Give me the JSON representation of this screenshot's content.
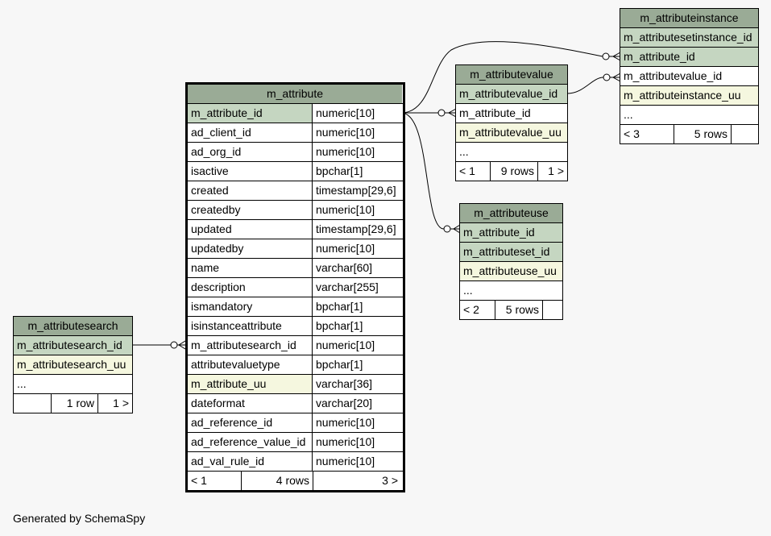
{
  "footer": "Generated by SchemaSpy",
  "tables": {
    "m_attribute": {
      "name": "m_attribute",
      "columns": [
        {
          "name": "m_attribute_id",
          "type": "numeric[10]",
          "kind": "pk"
        },
        {
          "name": "ad_client_id",
          "type": "numeric[10]",
          "kind": "plain"
        },
        {
          "name": "ad_org_id",
          "type": "numeric[10]",
          "kind": "plain"
        },
        {
          "name": "isactive",
          "type": "bpchar[1]",
          "kind": "plain"
        },
        {
          "name": "created",
          "type": "timestamp[29,6]",
          "kind": "plain"
        },
        {
          "name": "createdby",
          "type": "numeric[10]",
          "kind": "plain"
        },
        {
          "name": "updated",
          "type": "timestamp[29,6]",
          "kind": "plain"
        },
        {
          "name": "updatedby",
          "type": "numeric[10]",
          "kind": "plain"
        },
        {
          "name": "name",
          "type": "varchar[60]",
          "kind": "plain"
        },
        {
          "name": "description",
          "type": "varchar[255]",
          "kind": "plain"
        },
        {
          "name": "ismandatory",
          "type": "bpchar[1]",
          "kind": "plain"
        },
        {
          "name": "isinstanceattribute",
          "type": "bpchar[1]",
          "kind": "plain"
        },
        {
          "name": "m_attributesearch_id",
          "type": "numeric[10]",
          "kind": "plain"
        },
        {
          "name": "attributevaluetype",
          "type": "bpchar[1]",
          "kind": "plain"
        },
        {
          "name": "m_attribute_uu",
          "type": "varchar[36]",
          "kind": "uu"
        },
        {
          "name": "dateformat",
          "type": "varchar[20]",
          "kind": "plain"
        },
        {
          "name": "ad_reference_id",
          "type": "numeric[10]",
          "kind": "plain"
        },
        {
          "name": "ad_reference_value_id",
          "type": "numeric[10]",
          "kind": "plain"
        },
        {
          "name": "ad_val_rule_id",
          "type": "numeric[10]",
          "kind": "plain"
        }
      ],
      "stats": {
        "parents": "< 1",
        "rows": "4 rows",
        "children": "3 >"
      }
    },
    "m_attributesearch": {
      "name": "m_attributesearch",
      "columns": [
        {
          "name": "m_attributesearch_id",
          "kind": "pk"
        },
        {
          "name": "m_attributesearch_uu",
          "kind": "uu"
        },
        {
          "name": "...",
          "kind": "plain"
        }
      ],
      "stats": {
        "parents": "",
        "rows": "1 row",
        "children": "1 >"
      }
    },
    "m_attributevalue": {
      "name": "m_attributevalue",
      "columns": [
        {
          "name": "m_attributevalue_id",
          "kind": "pk"
        },
        {
          "name": "m_attribute_id",
          "kind": "plain"
        },
        {
          "name": "m_attributevalue_uu",
          "kind": "uu"
        },
        {
          "name": "...",
          "kind": "plain"
        }
      ],
      "stats": {
        "parents": "< 1",
        "rows": "9 rows",
        "children": "1 >"
      }
    },
    "m_attributeinstance": {
      "name": "m_attributeinstance",
      "columns": [
        {
          "name": "m_attributesetinstance_id",
          "kind": "pk"
        },
        {
          "name": "m_attribute_id",
          "kind": "pk"
        },
        {
          "name": "m_attributevalue_id",
          "kind": "plain"
        },
        {
          "name": "m_attributeinstance_uu",
          "kind": "uu"
        },
        {
          "name": "...",
          "kind": "plain"
        }
      ],
      "stats": {
        "parents": "< 3",
        "rows": "5 rows",
        "children": ""
      }
    },
    "m_attributeuse": {
      "name": "m_attributeuse",
      "columns": [
        {
          "name": "m_attribute_id",
          "kind": "pk"
        },
        {
          "name": "m_attributeset_id",
          "kind": "pk"
        },
        {
          "name": "m_attributeuse_uu",
          "kind": "uu"
        },
        {
          "name": "...",
          "kind": "plain"
        }
      ],
      "stats": {
        "parents": "< 2",
        "rows": "5 rows",
        "children": ""
      }
    }
  }
}
